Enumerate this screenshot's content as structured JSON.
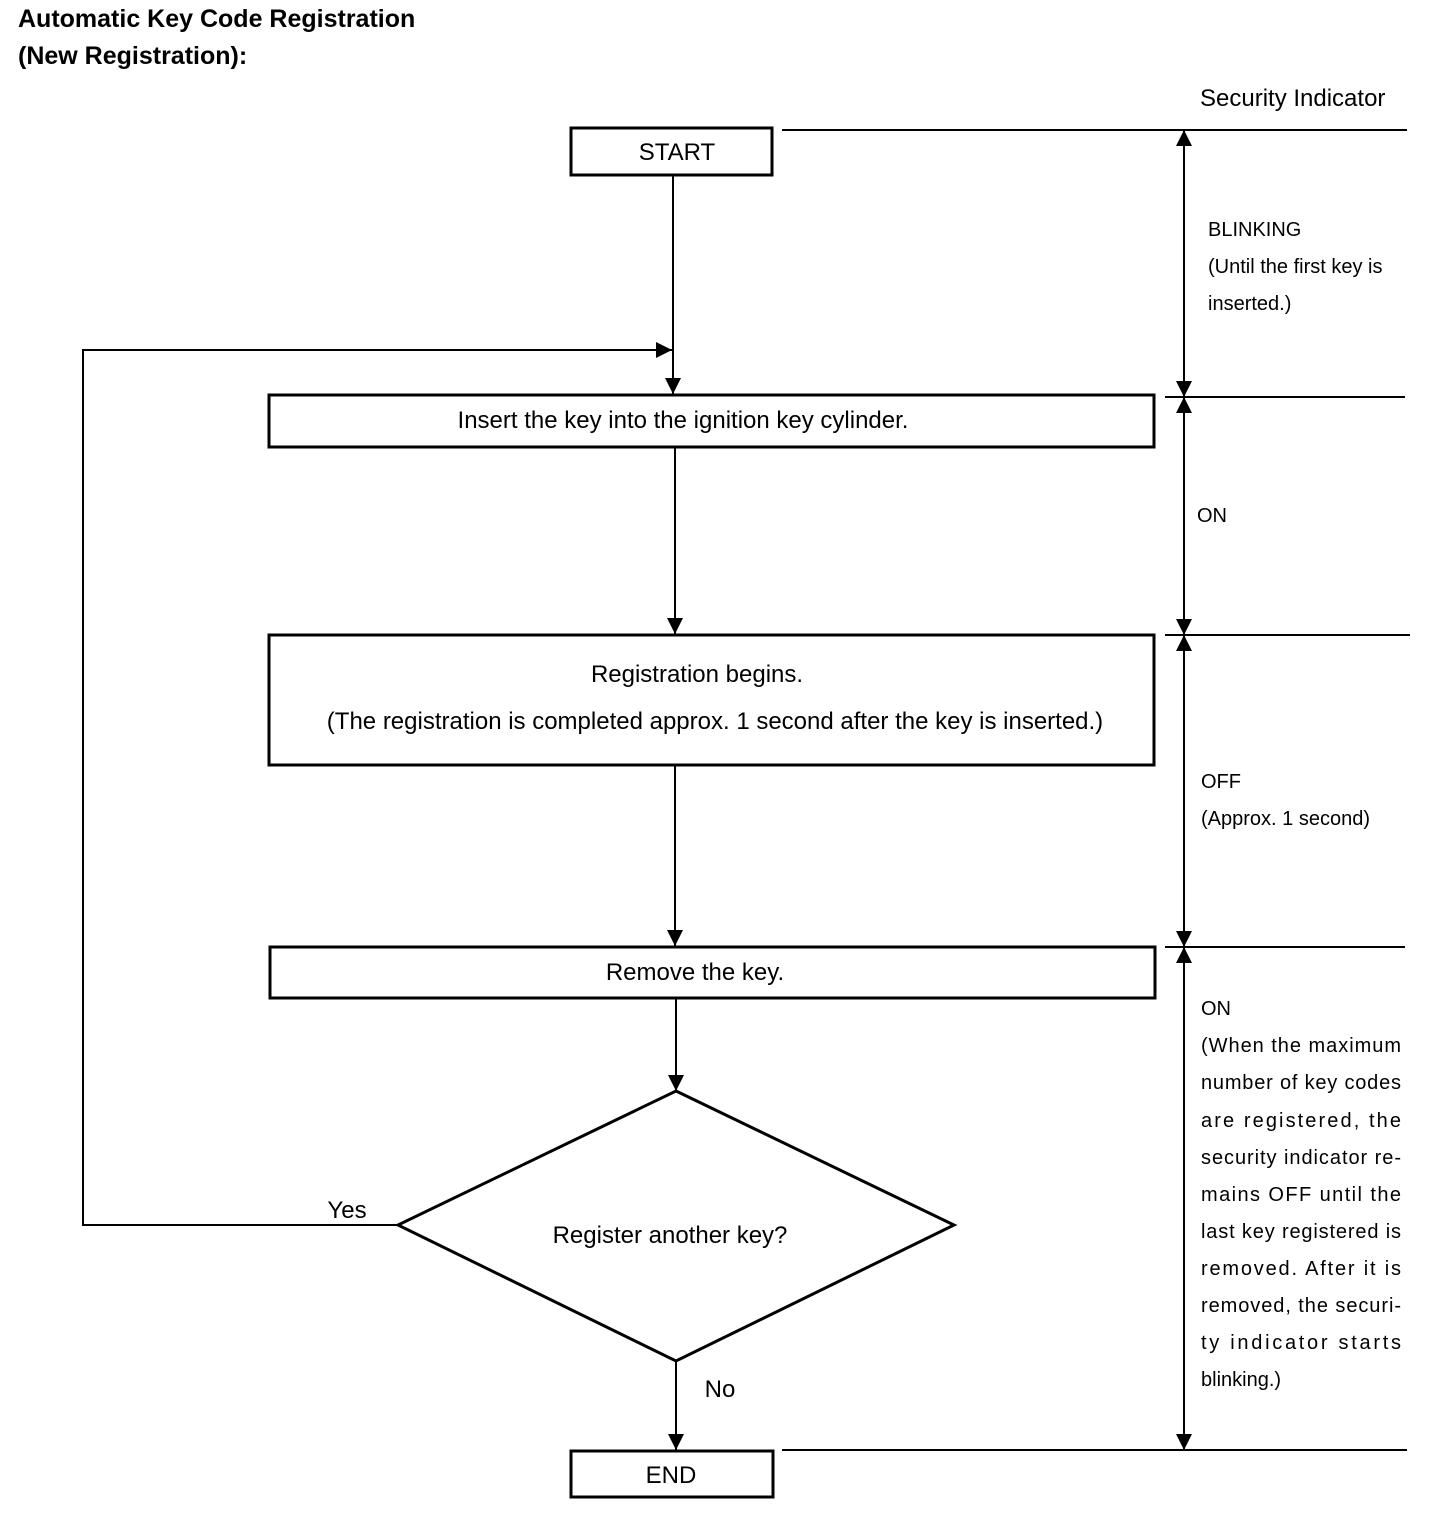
{
  "title": {
    "line1": "Automatic Key Code Registration",
    "line2": "(New Registration):"
  },
  "indicator_header": "Security Indicator",
  "flow": {
    "start": "START",
    "step1": "Insert the key into the ignition key cylinder.",
    "step2_line1": "Registration begins.",
    "step2_line2": "(The registration is completed approx. 1 second after the key is inserted.)",
    "step3": "Remove the key.",
    "decision": "Register another key?",
    "yes": "Yes",
    "no": "No",
    "end": "END"
  },
  "indicator": {
    "blinking": {
      "state": "BLINKING",
      "lines": [
        "(Until the first key is",
        "inserted.)"
      ]
    },
    "on1": {
      "state": "ON"
    },
    "off": {
      "state": "OFF",
      "lines": [
        "(Approx. 1 second)"
      ]
    },
    "on2": {
      "state": "ON",
      "lines": [
        "(When the maximum",
        "number of key codes",
        "are registered, the",
        "security indicator re-",
        "mains OFF until the",
        "last key registered is",
        "removed. After it is",
        "removed, the securi-",
        "ty indicator starts",
        "blinking.)"
      ]
    }
  }
}
